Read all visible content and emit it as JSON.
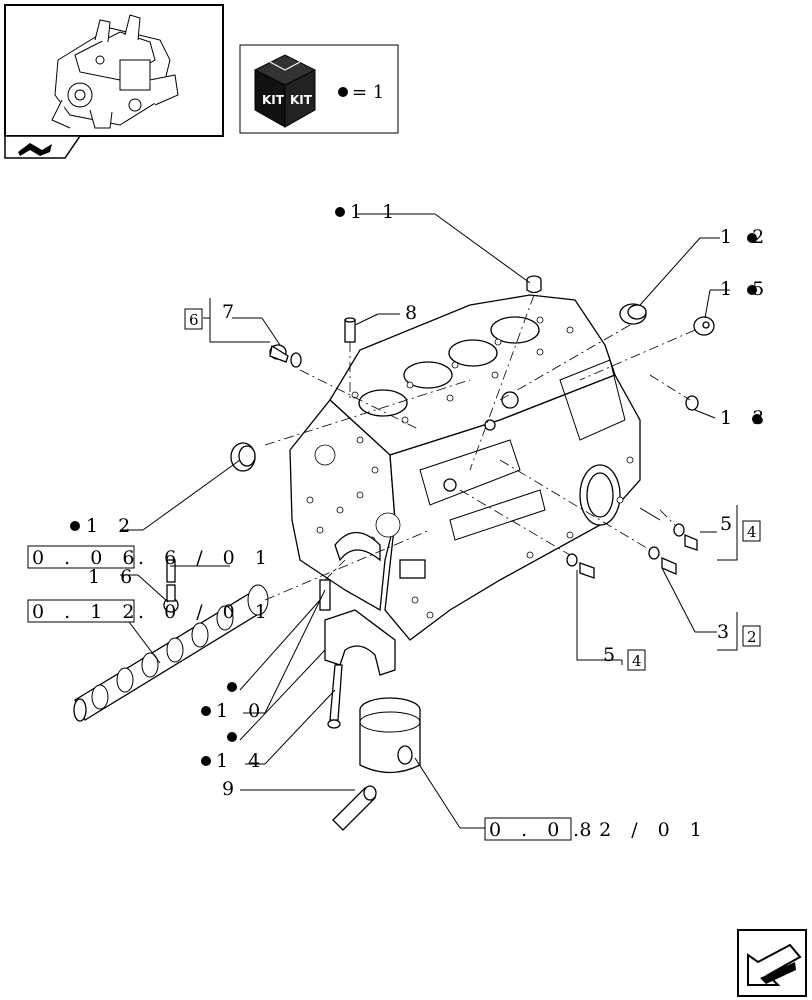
{
  "kit_legend": {
    "kit_text_1": "KIT",
    "kit_text_2": "KIT",
    "equals_text": "= 1"
  },
  "callouts": {
    "c11": "1 1",
    "c12_top": "1 2",
    "c15": "1 5",
    "c13": "1 3",
    "c7": "7",
    "c6": "6",
    "c8": "8",
    "c12_left": "1 2",
    "c16": "1 6",
    "c10": "1 0",
    "c14": "1 4",
    "c9": "9",
    "c5_right": "5",
    "c4_right": "4",
    "c3": "3",
    "c2": "2",
    "c5_bottom": "5",
    "c4_bottom": "4"
  },
  "references": {
    "ref_0_06_box": "0 . 0 6",
    "ref_0_06_suffix": ". 6 / 0 1",
    "ref_0_12_box": "0 . 1 2",
    "ref_0_12_suffix": ". 0 / 0 1",
    "ref_0_08_box": "0 . 0 8",
    "ref_0_08_suffix": ". 2 / 0 1"
  },
  "icons": {
    "thumbnail": "engine-thumbnail-icon",
    "nav_small": "back-arrow-icon",
    "kit": "kit-box-icon",
    "nav_big": "next-page-arrow-icon"
  }
}
